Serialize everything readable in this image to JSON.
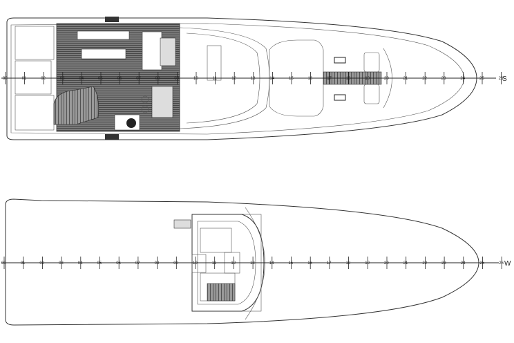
{
  "plans": [
    {
      "id": "upper-deck",
      "axis_end_label": "S"
    },
    {
      "id": "lower-deck",
      "axis_end_label": "W"
    }
  ],
  "stations": [
    "00",
    "01",
    "02",
    "03",
    "04",
    "05",
    "06",
    "07",
    "08",
    "09",
    "10",
    "11",
    "12",
    "13",
    "14",
    "15",
    "16",
    "17",
    "18",
    "19",
    "20",
    "21",
    "22",
    "23",
    "24",
    "25",
    "26"
  ],
  "colors": {
    "line": "#333333",
    "deck": "#6b6b6b",
    "background": "#ffffff"
  }
}
